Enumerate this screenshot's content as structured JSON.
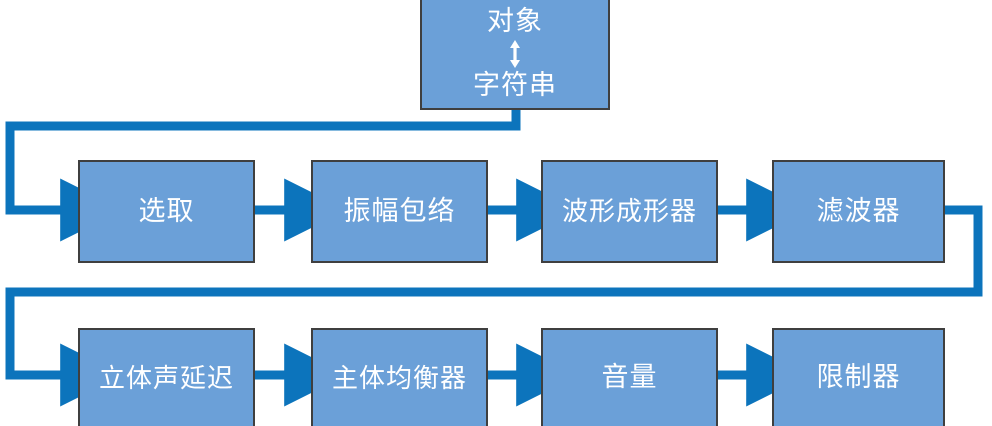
{
  "diagram": {
    "title_node": {
      "top_label": "对象",
      "bottom_label": "字符串",
      "connector_icon": "double-arrow-vertical-icon"
    },
    "colors": {
      "node_fill": "#6BA0D8",
      "node_border": "#3F3F3F",
      "connector": "#0C74BC",
      "label_text": "#FFFFFF",
      "background": "#FFFFFF"
    },
    "rows": [
      {
        "row_name": "signal-chain-row-1",
        "nodes": [
          {
            "label": "选取"
          },
          {
            "label": "振幅包络"
          },
          {
            "label": "波形成形器"
          },
          {
            "label": "滤波器"
          }
        ]
      },
      {
        "row_name": "signal-chain-row-2",
        "nodes": [
          {
            "label": "立体声延迟"
          },
          {
            "label": "主体均衡器"
          },
          {
            "label": "音量"
          },
          {
            "label": "限制器"
          }
        ]
      }
    ],
    "connectors": [
      {
        "name": "source-to-row1",
        "type": "wrap-left",
        "arrow": true
      },
      {
        "name": "row1-step-1",
        "type": "straight",
        "arrow": true
      },
      {
        "name": "row1-step-2",
        "type": "straight",
        "arrow": true
      },
      {
        "name": "row1-step-3",
        "type": "straight",
        "arrow": true
      },
      {
        "name": "row1-to-row2",
        "type": "wrap-left",
        "arrow": true
      },
      {
        "name": "row2-step-1",
        "type": "straight",
        "arrow": true
      },
      {
        "name": "row2-step-2",
        "type": "straight",
        "arrow": true
      },
      {
        "name": "row2-step-3",
        "type": "straight",
        "arrow": true
      }
    ]
  }
}
